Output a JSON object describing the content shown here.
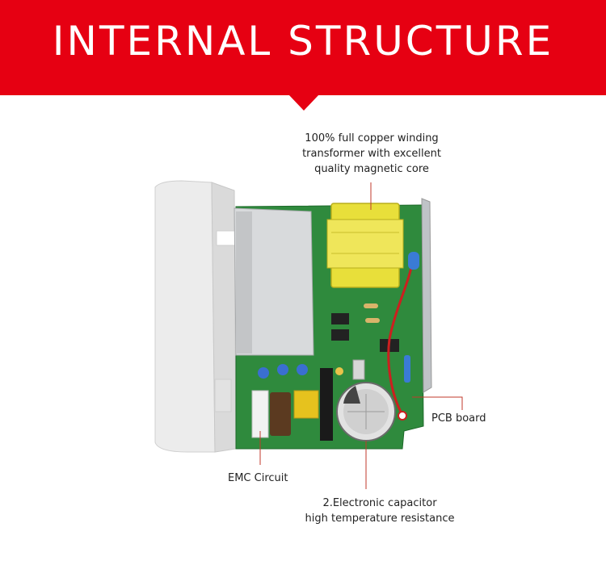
{
  "banner": {
    "title": "INTERNAL STRUCTURE",
    "color": "#e60012"
  },
  "callouts": {
    "transformer": [
      "100% full copper winding",
      "transformer with excellent",
      "quality magnetic core"
    ],
    "pcb": "PCB board",
    "emc": "EMC Circuit",
    "capacitor": [
      "2.Electronic capacitor",
      "high temperature resistance"
    ]
  },
  "colors": {
    "leader_line": "#c0392b",
    "pcb_green": "#2f8a3d",
    "transformer_yellow": "#e8df3a",
    "housing_white": "#ebebeb"
  }
}
